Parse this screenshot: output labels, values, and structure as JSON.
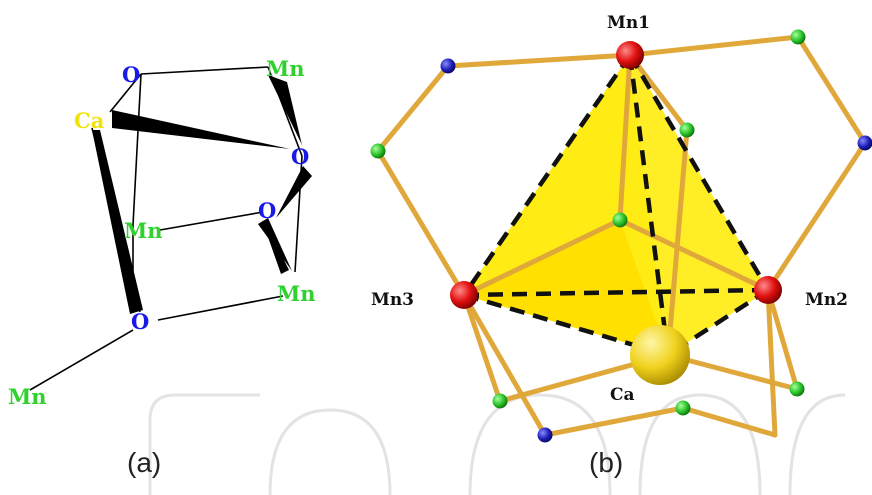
{
  "panel_a": {
    "caption": "(a)",
    "labels": {
      "o_top": "O",
      "mn_top": "Mn",
      "ca": "Ca",
      "o_right": "O",
      "o_mid": "O",
      "mn_mid": "Mn",
      "mn_right": "Mn",
      "o_bottom": "O",
      "mn_outer": "Mn"
    },
    "colors": {
      "oxygen": "#1a1ae6",
      "manganese": "#2fd12f",
      "calcium": "#f0e20a"
    }
  },
  "panel_b": {
    "caption": "(b)",
    "labels": {
      "mn1": "Mn1",
      "mn2": "Mn2",
      "mn3": "Mn3",
      "ca": "Ca"
    },
    "colors": {
      "manganese_sphere": "#e01010",
      "calcium_sphere": "#f0d21e",
      "oxygen_sphere": "#1d1db4",
      "ligand_sphere": "#27c127",
      "bond": "#e0a83a",
      "tetrahedron": "#ffea00"
    }
  }
}
